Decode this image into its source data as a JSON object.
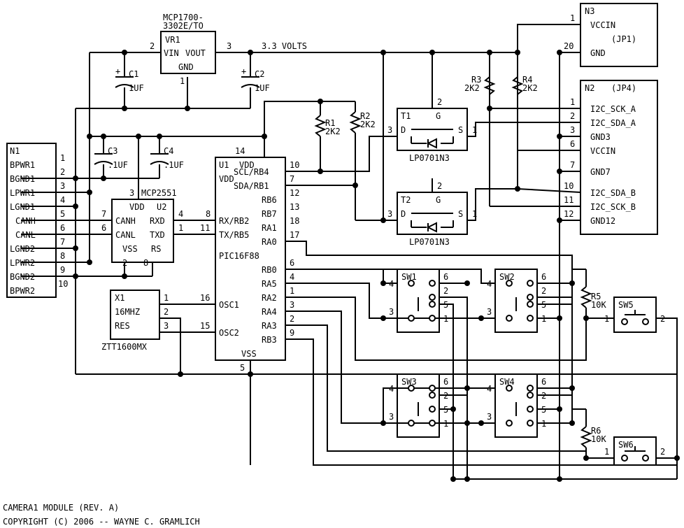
{
  "title_block": {
    "line1": "CAMERA1 MODULE (REV. A)",
    "line2": "COPYRIGHT (C) 2006 -- WAYNE C. GRAMLICH"
  },
  "net_labels": {
    "v33": "3.3 VOLTS"
  },
  "vr1": {
    "part": "MCP1700-",
    "part2": "3302E/TO",
    "ref": "VR1",
    "vin": "VIN",
    "vout": "VOUT",
    "gnd": "GND",
    "p_in": "2",
    "p_out": "3",
    "p_gnd": "1"
  },
  "caps": {
    "c1": {
      "ref": "C1",
      "val": "1UF",
      "plus": "+"
    },
    "c2": {
      "ref": "C2",
      "val": "1UF",
      "plus": "+"
    },
    "c3": {
      "ref": "C3",
      "val": ".1UF"
    },
    "c4": {
      "ref": "C4",
      "val": ".1UF"
    }
  },
  "n1": {
    "ref": "N1",
    "pins": [
      {
        "num": "1",
        "label": "BPWR1"
      },
      {
        "num": "2",
        "label": "BGND1"
      },
      {
        "num": "3",
        "label": "LPWR1"
      },
      {
        "num": "4",
        "label": "LGND1"
      },
      {
        "num": "5",
        "label": "CANH"
      },
      {
        "num": "6",
        "label": "CANL"
      },
      {
        "num": "7",
        "label": "LGND2"
      },
      {
        "num": "8",
        "label": "LPWR2"
      },
      {
        "num": "9",
        "label": "BGND2"
      },
      {
        "num": "10",
        "label": "BPWR2"
      }
    ]
  },
  "u2": {
    "ref": "U2",
    "part": "MCP2551",
    "vdd": "VDD",
    "canh": "CANH",
    "canl": "CANL",
    "rxd": "RXD",
    "txd": "TXD",
    "vss": "VSS",
    "rs": "RS",
    "p_vdd": "3",
    "p_canh": "7",
    "p_canl": "6",
    "p_rxd": "4",
    "p_txd": "1",
    "p_vss": "2",
    "p_rs": "8"
  },
  "u1": {
    "ref": "U1",
    "part": "PIC16F88",
    "vdd": "VDD",
    "vdd2": "VDD",
    "vss": "VSS",
    "p_vdd": "14",
    "p_vss": "5",
    "left": [
      {
        "num": "8",
        "label": "RX/RB2"
      },
      {
        "num": "11",
        "label": "TX/RB5"
      },
      {
        "num": "16",
        "label": "OSC1"
      },
      {
        "num": "15",
        "label": "OSC2"
      }
    ],
    "right": [
      {
        "num": "10",
        "label": "SCL/RB4"
      },
      {
        "num": "7",
        "label": "SDA/RB1"
      },
      {
        "num": "12",
        "label": "RB6"
      },
      {
        "num": "13",
        "label": "RB7"
      },
      {
        "num": "18",
        "label": "RA1"
      },
      {
        "num": "17",
        "label": "RA0"
      },
      {
        "num": "6",
        "label": "RB0"
      },
      {
        "num": "4",
        "label": "RA5"
      },
      {
        "num": "1",
        "label": "RA2"
      },
      {
        "num": "3",
        "label": "RA4"
      },
      {
        "num": "2",
        "label": "RA3"
      },
      {
        "num": "9",
        "label": "RB3"
      }
    ]
  },
  "x1": {
    "ref": "X1",
    "freq": "16MHZ",
    "res": "RES",
    "part": "ZTT1600MX",
    "p1": "1",
    "p2": "2",
    "p3": "3"
  },
  "resistors": {
    "r1": {
      "ref": "R1",
      "val": "2K2"
    },
    "r2": {
      "ref": "R2",
      "val": "2K2"
    },
    "r3": {
      "ref": "R3",
      "val": "2K2"
    },
    "r4": {
      "ref": "R4",
      "val": "2K2"
    },
    "r5": {
      "ref": "R5",
      "val": "10K"
    },
    "r6": {
      "ref": "R6",
      "val": "10K"
    }
  },
  "fets": [
    {
      "ref": "T1",
      "part": "LP0701N3",
      "g": "G",
      "d": "D",
      "s": "S",
      "pg": "2",
      "pd": "3",
      "ps": "1"
    },
    {
      "ref": "T2",
      "part": "LP0701N3",
      "g": "G",
      "d": "D",
      "s": "S",
      "pg": "2",
      "pd": "3",
      "ps": "1"
    }
  ],
  "n3": {
    "ref": "N3",
    "sub": "(JP1)",
    "pins": [
      {
        "num": "1",
        "label": "VCCIN"
      },
      {
        "num": "20",
        "label": "GND"
      }
    ]
  },
  "n2": {
    "ref": "N2",
    "sub": "(JP4)",
    "pins": [
      {
        "num": "1",
        "label": "I2C_SCK_A"
      },
      {
        "num": "2",
        "label": "I2C_SDA_A"
      },
      {
        "num": "3",
        "label": "GND3"
      },
      {
        "num": "6",
        "label": "VCCIN"
      },
      {
        "num": "7",
        "label": "GND7"
      },
      {
        "num": "10",
        "label": "I2C_SDA_B"
      },
      {
        "num": "11",
        "label": "I2C_SCK_B"
      },
      {
        "num": "12",
        "label": "GND12"
      }
    ]
  },
  "switches": [
    {
      "ref": "SW1"
    },
    {
      "ref": "SW2"
    },
    {
      "ref": "SW3"
    },
    {
      "ref": "SW4"
    }
  ],
  "sw_pins": {
    "p4": "4",
    "p3": "3",
    "p6": "6",
    "p2": "2",
    "p5": "5",
    "p1": "1"
  },
  "buttons": [
    {
      "ref": "SW5",
      "p1": "1",
      "p2": "2"
    },
    {
      "ref": "SW6",
      "p1": "1",
      "p2": "2"
    }
  ]
}
